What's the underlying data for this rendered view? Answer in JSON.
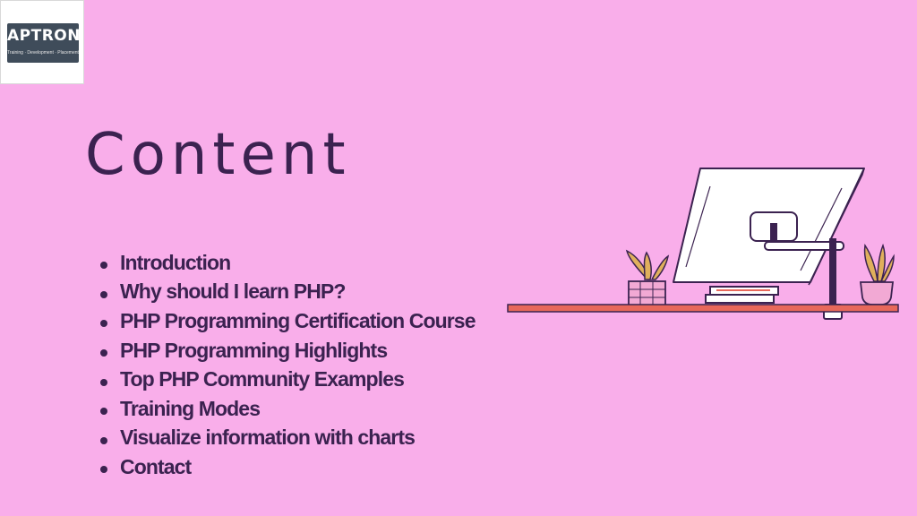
{
  "logo": {
    "name": "APTRON",
    "tagline": "Training · Development · Placement"
  },
  "page": {
    "title": "Content"
  },
  "toc": [
    "Introduction",
    "Why should I learn PHP?",
    "PHP Programming Certification Course",
    "PHP Programming Highlights",
    "Top PHP Community Examples",
    "Training Modes",
    "Visualize information with charts",
    "Contact"
  ],
  "colors": {
    "background": "#f9aeea",
    "text": "#3b2250",
    "desk": "#e8685a"
  }
}
